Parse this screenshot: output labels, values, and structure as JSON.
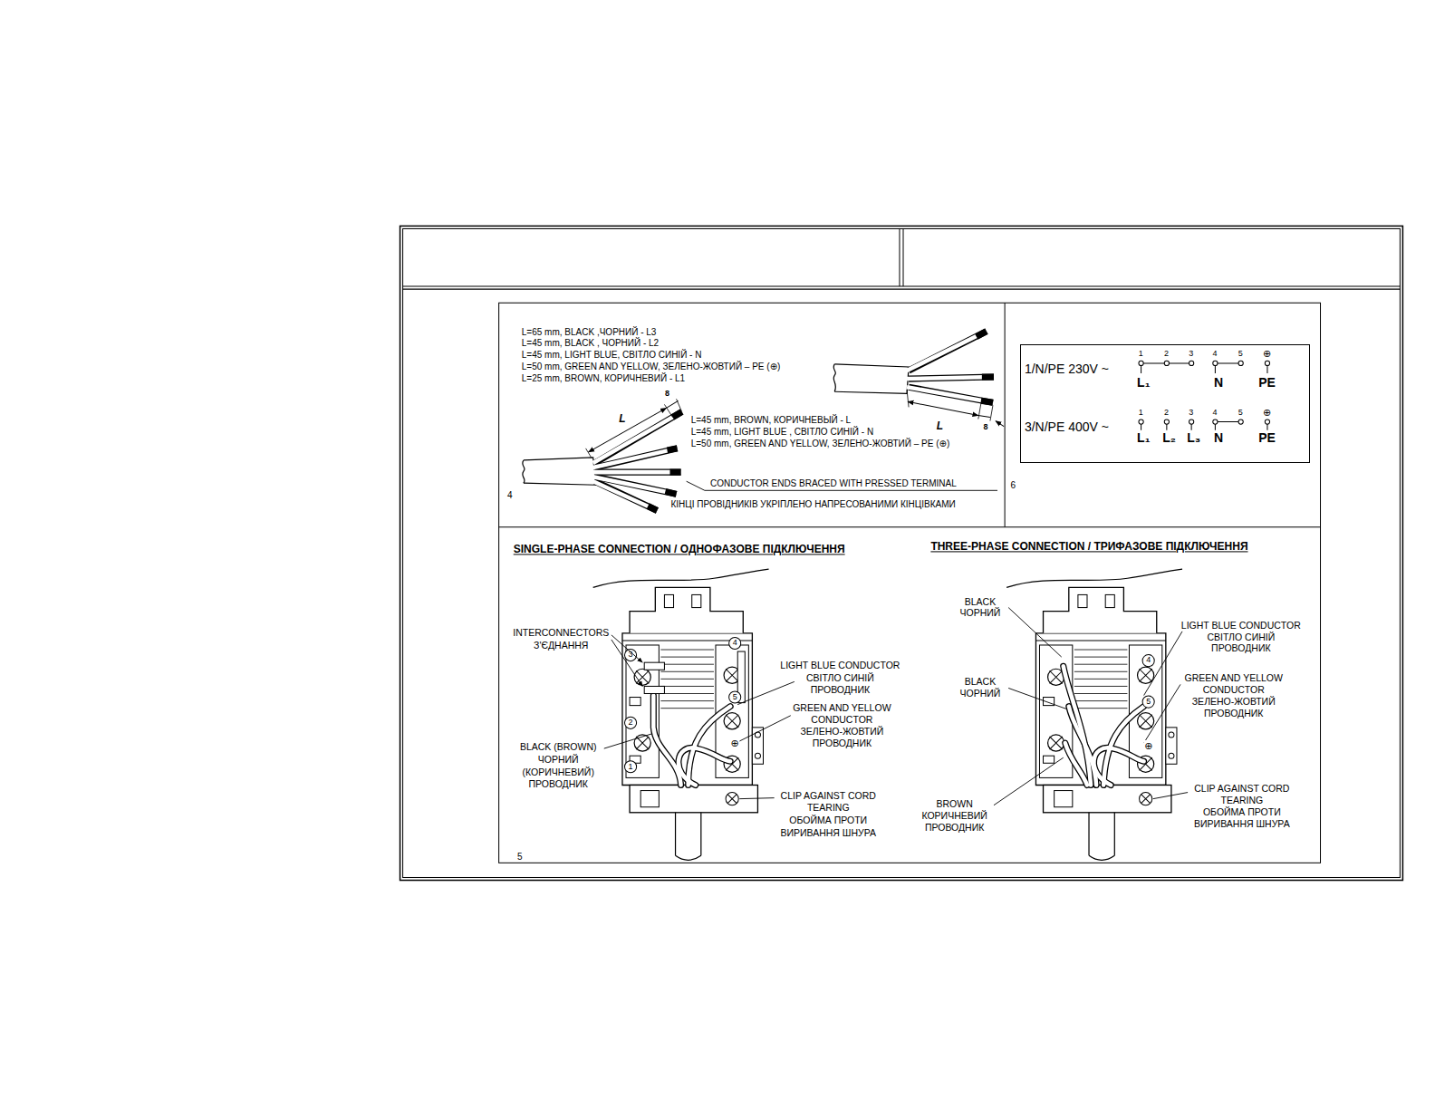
{
  "diagram": {
    "nodes": [
      {
        "text": [
          "1/N/PE  230V ~",
          "1",
          "2",
          "3",
          "4",
          "5",
          "⊕",
          "L₁",
          "N",
          "PE",
          "3/N/PE  400V ~",
          "1",
          "2",
          "3",
          "4",
          "5",
          "⊕",
          "L₁",
          "L₂",
          "L₃",
          "N",
          "PE"
        ]
      }
    ],
    "labels": [
      "L=65 mm, BLACK ,ЧОРНИЙ -  L3",
      "L=45 mm, BLACK , ЧОРНИЙ - L2",
      "L=45 mm, LIGHT BLUE, СВІТЛО СИНІЙ - N",
      "L=50 mm, GREEN AND YELLOW, ЗЕЛЕНО-ЖОВТИЙ – PE (⊕)",
      "L=25 mm, BROWN,  КОРИЧНЕВИЙ - L1",
      "L",
      "8",
      "L=45 mm, BROWN, КОРИЧНЕВЫЙ  - L",
      "L=45 mm, LIGHT BLUE , СВІТЛО СИНІЙ - N",
      "L=50 mm, GREEN AND YELLOW, ЗЕЛЕНО-ЖОВТИЙ – PE (⊕)",
      "L",
      "8",
      "CONDUCTOR ENDS BRACED WITH PRESSED TERMINAL",
      "КІНЦІ ПРОВІДНИКІВ УКРІПЛЕНО НАПРЕСОВАНИМИ КІНЦІВКАМИ",
      "4",
      "6",
      "SINGLE-PHASE CONNECTION / ОДНОФАЗОВЕ ПІДКЛЮЧЕННЯ",
      "THREE-PHASE CONNECTION / ТРИФАЗОВЕ ПІДКЛЮЧЕННЯ",
      "INTERCONNECTORS",
      "З'ЄДНАННЯ",
      "LIGHT BLUE CONDUCTOR",
      "СВІТЛО СИНІЙ",
      "ПРОВОДНИК",
      "GREEN AND YELLOW",
      "CONDUCTOR",
      "ЗЕЛЕНО-ЖОВТИЙ",
      "ПРОВОДНИК",
      "BLACK (BROWN)",
      "ЧОРНИЙ",
      "(КОРИЧНЕВИЙ)",
      "ПРОВОДНИК",
      "CLIP AGAINST CORD",
      "TEARING",
      "ОБОЙМА ПРОТИ",
      "ВИРИВАННЯ ШНУРА",
      "5",
      "3",
      "2",
      "1",
      "4",
      "5",
      "⊕",
      "BLACK",
      "ЧОРНИЙ",
      "LIGHT BLUE CONDUCTOR",
      "СВІТЛО СИНІЙ",
      "ПРОВОДНИК",
      "BLACK",
      "ЧОРНИЙ",
      "GREEN AND YELLOW",
      "CONDUCTOR",
      "ЗЕЛЕНО-ЖОВТИЙ",
      "ПРОВОДНИК",
      "BROWN",
      "КОРИЧНЕВИЙ",
      "ПРОВОДНИК",
      "CLIP AGAINST CORD",
      "TEARING",
      "ОБОЙМА ПРОТИ",
      "ВИРИВАННЯ ШНУРА",
      "4",
      "5",
      "⊕"
    ]
  }
}
